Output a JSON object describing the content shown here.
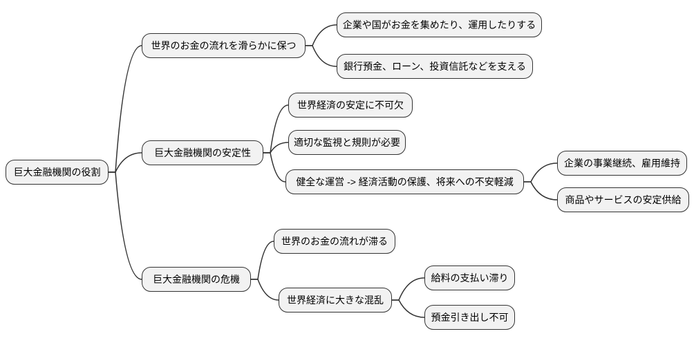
{
  "mindmap": {
    "root": {
      "label": "巨大金融機関の役割",
      "children": [
        {
          "label": "世界のお金の流れを滑らかに保つ",
          "children": [
            {
              "label": "企業や国がお金を集めたり、運用したりする"
            },
            {
              "label": "銀行預金、ローン、投資信託などを支える"
            }
          ]
        },
        {
          "label": "巨大金融機関の安定性",
          "children": [
            {
              "label": "世界経済の安定に不可欠"
            },
            {
              "label": "適切な監視と規則が必要"
            },
            {
              "label": "健全な運営 -> 経済活動の保護、将来への不安軽減",
              "children": [
                {
                  "label": "企業の事業継続、雇用維持"
                },
                {
                  "label": "商品やサービスの安定供給"
                }
              ]
            }
          ]
        },
        {
          "label": "巨大金融機関の危機",
          "children": [
            {
              "label": "世界のお金の流れが滞る"
            },
            {
              "label": "世界経済に大きな混乱",
              "children": [
                {
                  "label": "給料の支払い滞り"
                },
                {
                  "label": "預金引き出し不可"
                }
              ]
            }
          ]
        }
      ]
    }
  },
  "colors": {
    "background": "#ffffff",
    "node_fill": "#f2f2f2",
    "node_border": "#333333",
    "link": "#333333",
    "text": "#000000"
  }
}
